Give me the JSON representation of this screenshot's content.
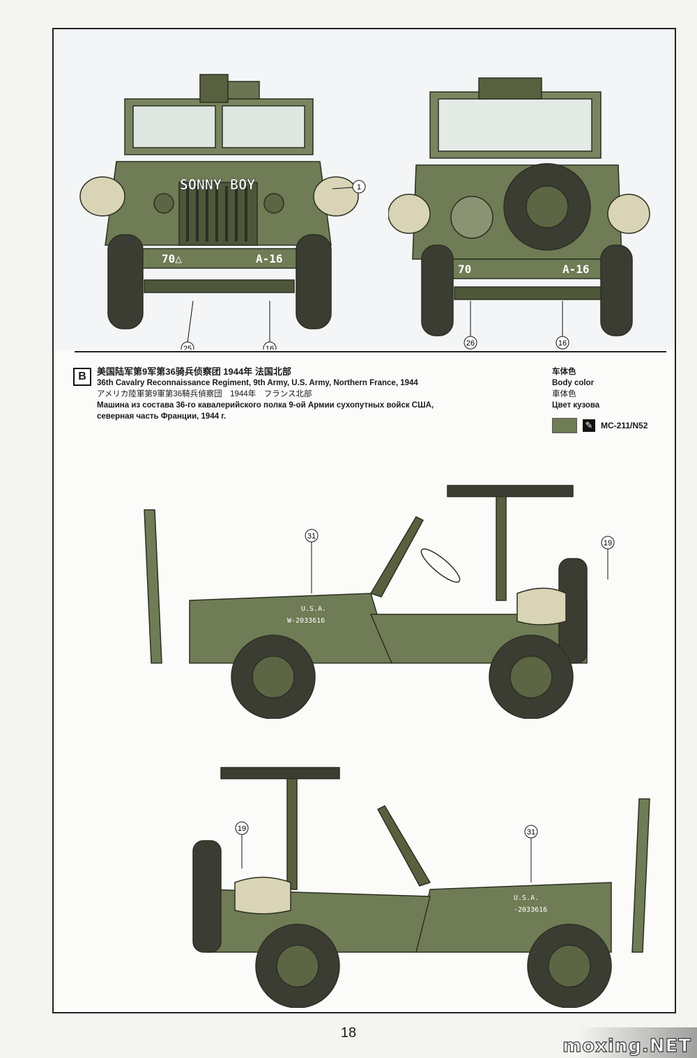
{
  "section_b": {
    "letter": "B",
    "caption_cn": "美国陆军第9军第36骑兵侦察团 1944年 法国北部",
    "caption_en": "36th Cavalry Reconnaissance Regiment, 9th Army, U.S. Army, Northern France, 1944",
    "caption_jp": "アメリカ陸軍第9軍第36騎兵偵察団　1944年　フランス北部",
    "caption_ru_1": "Машина из состава 36-го кавалерийского полка 9-ой Армии сухопутных войск США,",
    "caption_ru_2": "северная часть Франции, 1944 г."
  },
  "body_color": {
    "label_cn": "车体色",
    "label_en": "Body color",
    "label_jp": "車体色",
    "label_ru": "Цвет кузова",
    "code": "MC-211/N52",
    "swatch": "#6f7c55"
  },
  "front_view": {
    "name_plate": "SONNY BOY",
    "bumper_left": "70△",
    "bumper_right": "A-16",
    "callouts": [
      "1",
      "25",
      "16"
    ]
  },
  "rear_view": {
    "bumper_left": "70",
    "bumper_right": "A-16",
    "callouts": [
      "26",
      "16"
    ]
  },
  "side_left": {
    "hood_text_1": "U.S.A.",
    "hood_text_2": "W-2033616",
    "callouts": [
      "31",
      "19"
    ]
  },
  "side_right": {
    "hood_text_1": "U.S.A.",
    "hood_text_2": "-2033616",
    "callouts": [
      "19",
      "31"
    ]
  },
  "page_number": "18",
  "watermark": "moxing.NET"
}
